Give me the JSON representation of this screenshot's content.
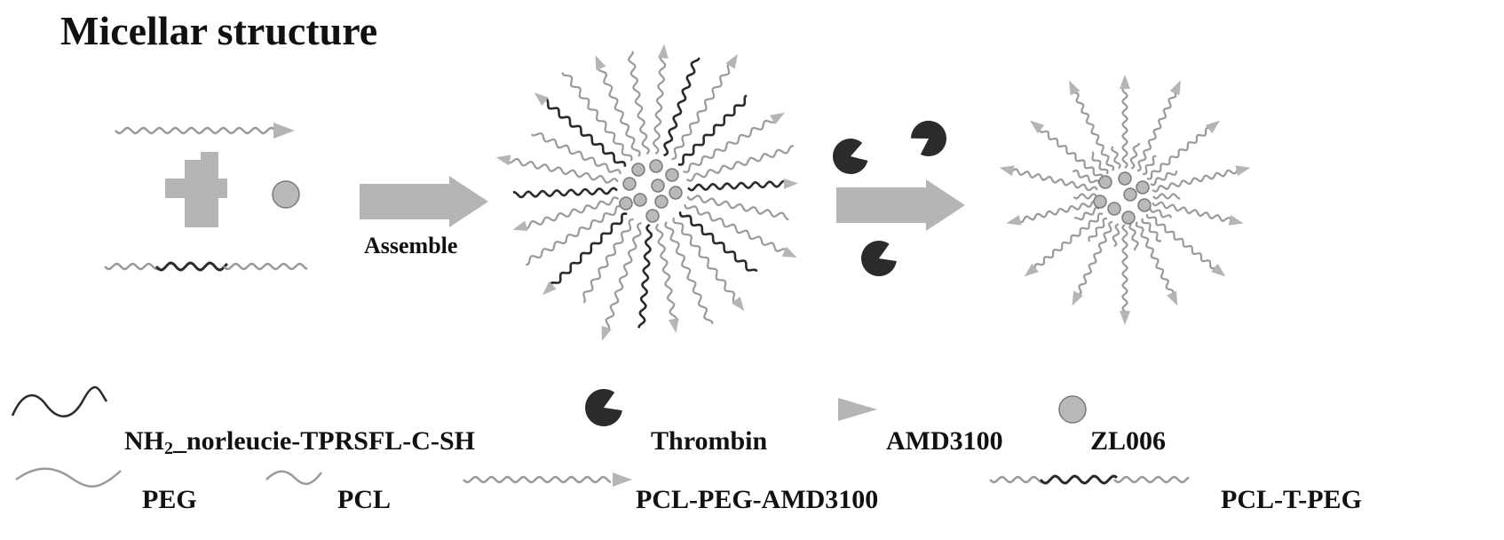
{
  "title": "Micellar structure",
  "step_label": "Assemble",
  "legend": {
    "nh2": {
      "main": "NH",
      "sub": "2",
      "rest": "_norleucie-TPRSFL-C-SH"
    },
    "thrombin": "Thrombin",
    "amd3100": "AMD3100",
    "zl006": "ZL006",
    "peg": "PEG",
    "pcl": "PCL",
    "pcl_peg_amd3100": "PCL-PEG-AMD3100",
    "pcl_t_peg": "PCL-T-PEG"
  },
  "colors": {
    "chain": "#9a9a9a",
    "peptide": "#2b2b2b",
    "arrow": "#b5b5b5",
    "cross": "#b5b5b5",
    "drug": "#b9b9b9",
    "drug_stroke": "#7a7a7a",
    "thrombin": "#2b2b2b",
    "text": "#111111"
  },
  "icons": [
    "plus-sign-icon",
    "drug-particle-icon",
    "process-arrow-icon",
    "thrombin-pacman-icon",
    "arrowhead-icon"
  ]
}
